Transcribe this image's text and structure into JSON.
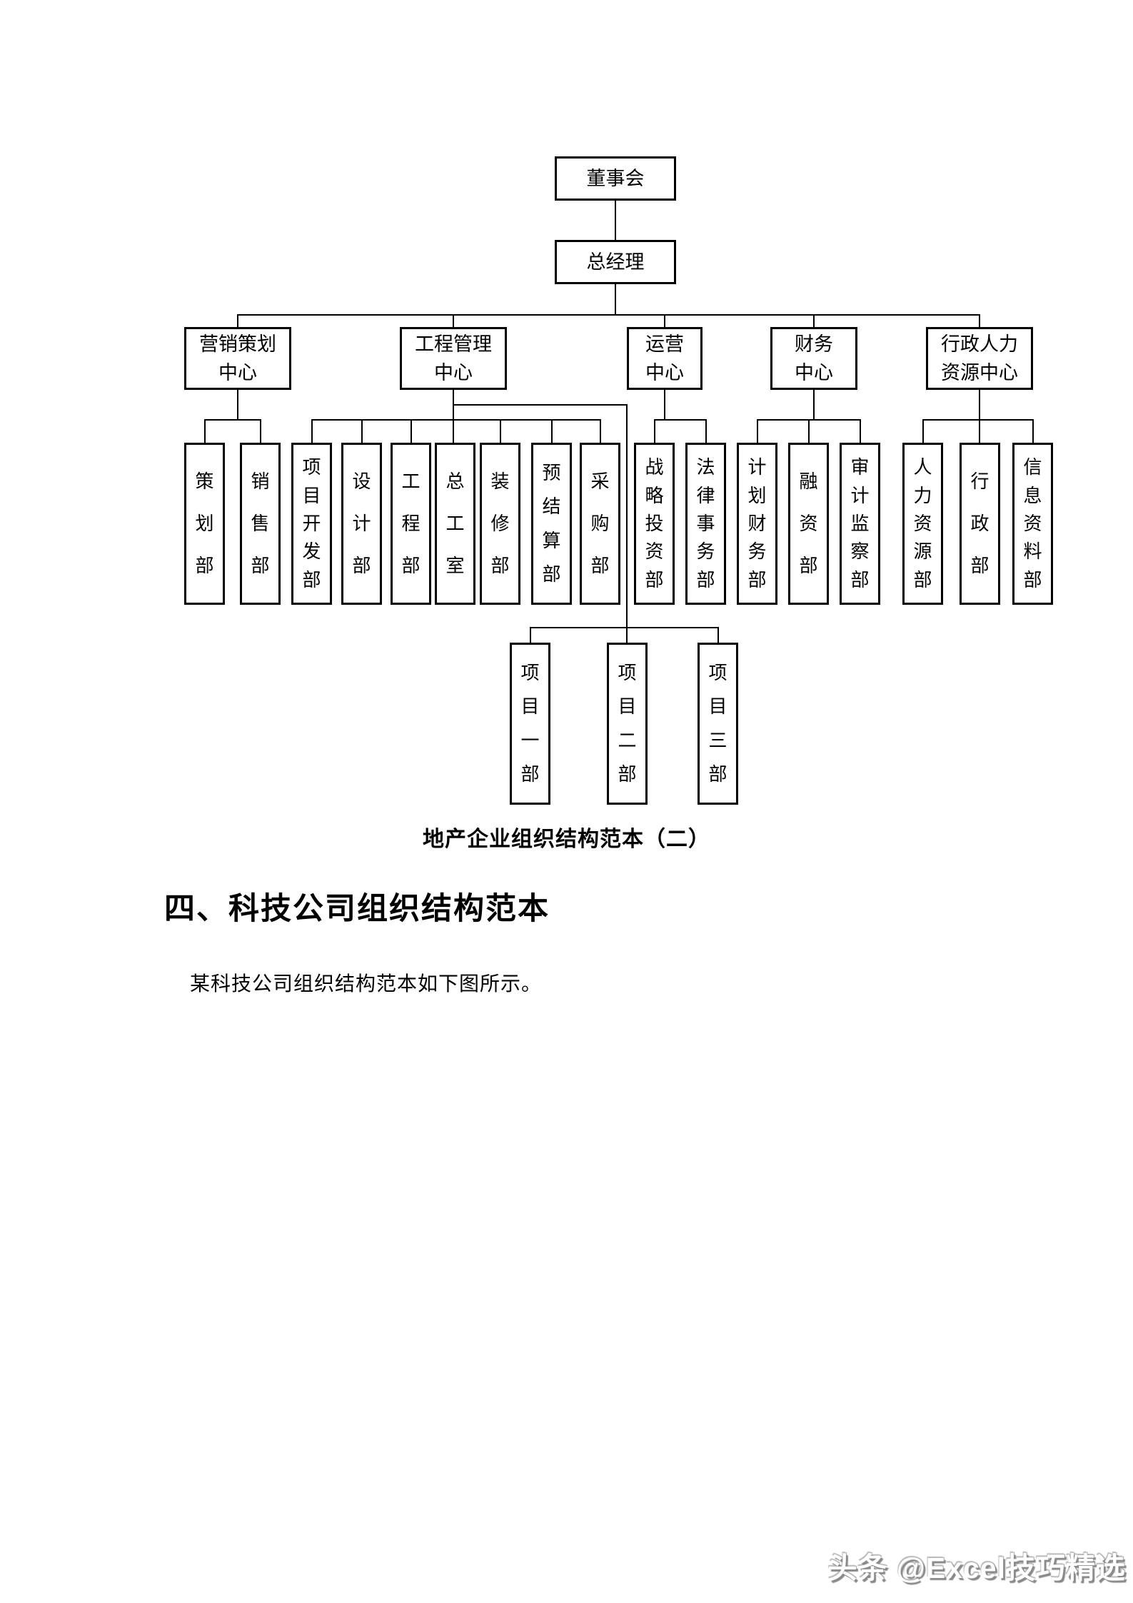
{
  "document": {
    "caption": "地产企业组织结构范本（二）",
    "section_heading": "四、科技公司组织结构范本",
    "body_paragraph": "某科技公司组织结构范本如下图所示。",
    "watermark": "头条 @Excel技巧精选"
  },
  "org_chart": {
    "board": "董事会",
    "general_manager": "总经理",
    "centers": [
      {
        "label": "营销策划\n中心",
        "departments": [
          "策划部",
          "销售部"
        ]
      },
      {
        "label": "工程管理\n中心",
        "departments": [
          "项目开发部",
          "设计部",
          "工程部",
          "总工室",
          "装修部",
          "预结算部",
          "采购部"
        ],
        "projects": [
          "项目一部",
          "项目二部",
          "项目三部"
        ]
      },
      {
        "label": "运营\n中心",
        "departments": [
          "战略投资部",
          "法律事务部"
        ]
      },
      {
        "label": "财务\n中心",
        "departments": [
          "计划财务部",
          "融资部",
          "审计监察部"
        ]
      },
      {
        "label": "行政人力\n资源中心",
        "departments": [
          "人力资源部",
          "行政部",
          "信息资料部"
        ]
      }
    ]
  }
}
